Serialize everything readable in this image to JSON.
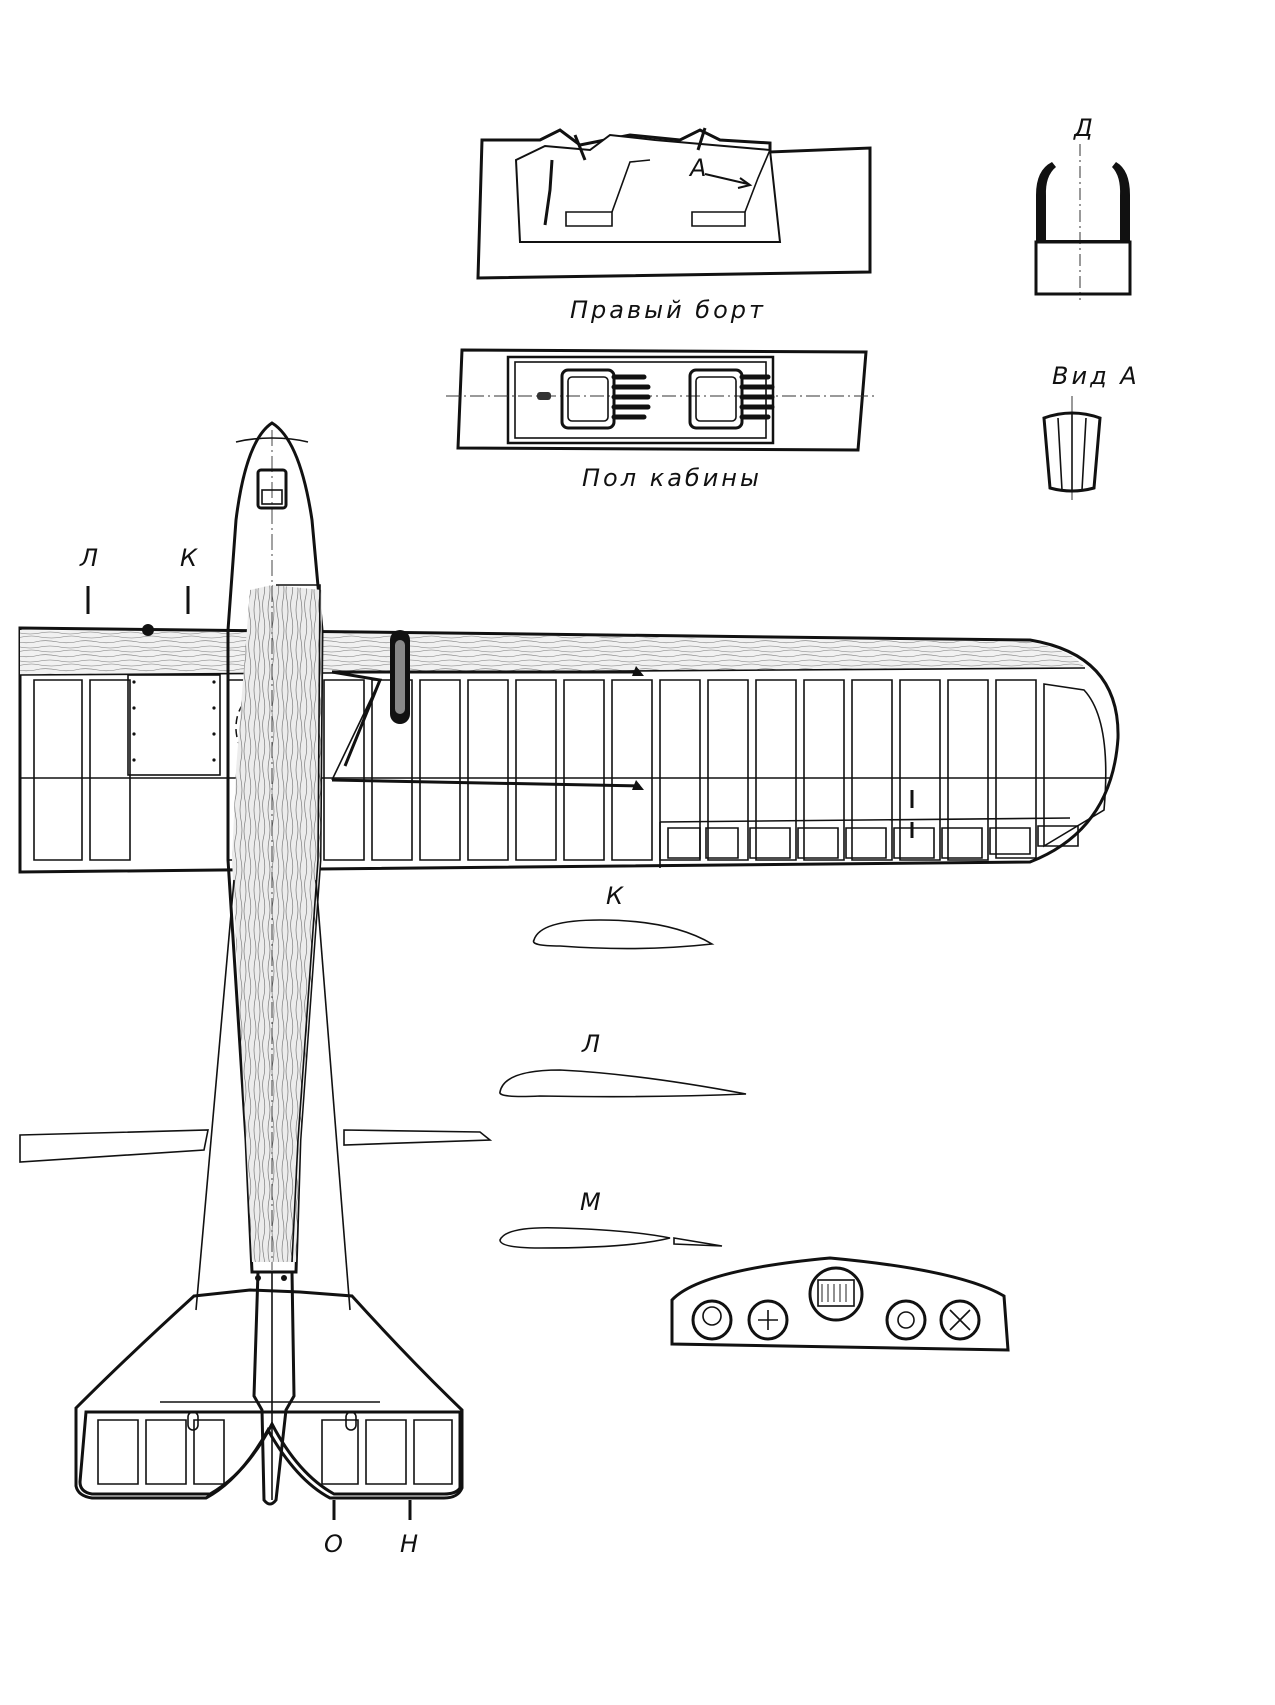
{
  "labels": {
    "right_side": "Правый борт",
    "cabin_floor": "Пол кабины",
    "view_a_title": "Вид А",
    "arrow_a": "А",
    "section_d": "Д",
    "section_l_top": "Л",
    "section_k_top": "К",
    "profile_k": "К",
    "profile_l": "Л",
    "profile_m": "М",
    "section_o": "О",
    "section_n": "Н"
  }
}
